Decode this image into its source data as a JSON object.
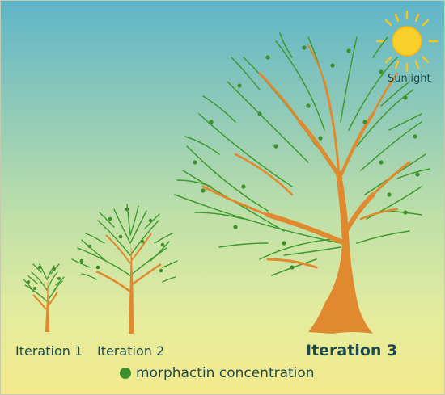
{
  "labels": {
    "iteration1": "Iteration 1",
    "iteration2": "Iteration 2",
    "iteration3": "Iteration 3",
    "sunlight": "Sunlight",
    "legend": "morphactin concentration"
  },
  "colors": {
    "trunk": "#e0892e",
    "leaf": "#3f9a2f",
    "dot": "#3f8f2a",
    "sun": "#f7c928"
  },
  "icons": {
    "sun": "sun-icon",
    "legend_marker": "green-dot-icon"
  }
}
